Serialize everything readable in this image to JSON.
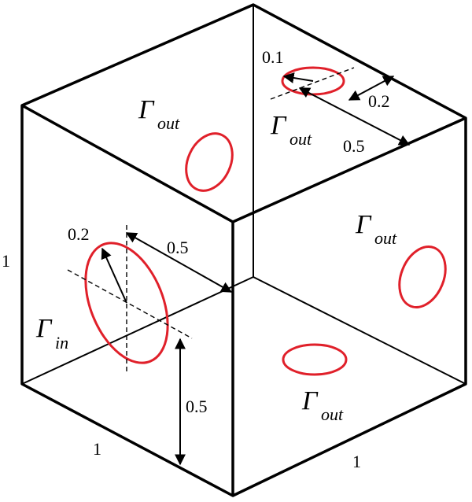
{
  "colors": {
    "edge": "#000000",
    "boundary": "#e0202a"
  },
  "dimensions": {
    "edge_left": "1",
    "edge_bottom_left": "1",
    "edge_bottom_right": "1",
    "inlet_radius": "0.2",
    "inlet_dist_right": "0.5",
    "inlet_height": "0.5",
    "top_radius": "0.1",
    "top_dist_right": "0.2",
    "top_dist_front": "0.5"
  },
  "boundaries": {
    "inlet": {
      "symbol": "Γ",
      "subscript": "in"
    },
    "outlet": {
      "symbol": "Γ",
      "subscript": "out"
    }
  }
}
